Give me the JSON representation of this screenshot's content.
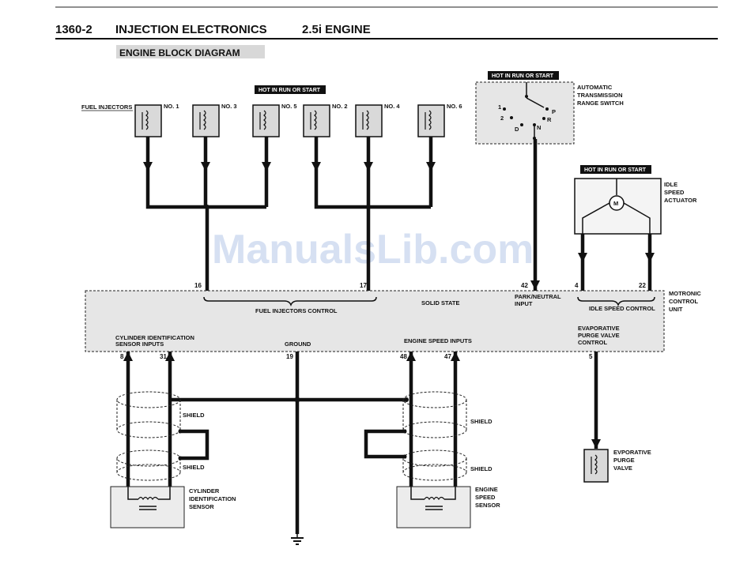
{
  "header": {
    "section": "1360-2",
    "title": "INJECTION ELECTRONICS",
    "engine": "2.5i ENGINE",
    "subtitle": "ENGINE BLOCK DIAGRAM"
  },
  "watermark": "ManualsLib.com",
  "tags": {
    "injectors_hot": "HOT IN RUN OR START",
    "trans_hot": "HOT IN RUN OR START",
    "idle_hot": "HOT IN RUN OR START"
  },
  "injectors": {
    "label": "FUEL INJECTORS",
    "items": [
      "NO. 1",
      "NO. 3",
      "NO. 5",
      "NO. 2",
      "NO. 4",
      "NO. 6"
    ]
  },
  "transmission": {
    "label": [
      "AUTOMATIC",
      "TRANSMISSION",
      "RANGE SWITCH"
    ],
    "positions": [
      "1",
      "2",
      "D",
      "N",
      "R",
      "P"
    ]
  },
  "idle_actuator": {
    "label": [
      "IDLE",
      "SPEED",
      "ACTUATOR"
    ],
    "motor": "M"
  },
  "control_unit": {
    "label": [
      "MOTRONIC",
      "CONTROL",
      "UNIT"
    ],
    "solid_state": "SOLID STATE",
    "fuel_injectors_control": "FUEL INJECTORS CONTROL",
    "park_neutral": [
      "PARK/NEUTRAL",
      "INPUT"
    ],
    "idle_speed_control": "IDLE SPEED CONTROL",
    "evap_control": [
      "EVAPORATIVE",
      "PURGE VALVE",
      "CONTROL"
    ],
    "cyl_inputs": [
      "CYLINDER IDENTIFICATION",
      "SENSOR INPUTS"
    ],
    "ground": "GROUND",
    "engine_speed_inputs": "ENGINE SPEED INPUTS"
  },
  "pins": {
    "p16": "16",
    "p17": "17",
    "p42": "42",
    "p4": "4",
    "p22": "22",
    "p8": "8",
    "p31": "31",
    "p19": "19",
    "p48": "48",
    "p47": "47",
    "p5": "5"
  },
  "shields": [
    "SHIELD",
    "SHIELD",
    "SHIELD",
    "SHIELD"
  ],
  "cyl_sensor": {
    "label": [
      "CYLINDER",
      "IDENTIFICATION",
      "SENSOR"
    ]
  },
  "speed_sensor": {
    "label": [
      "ENGINE",
      "SPEED",
      "SENSOR"
    ]
  },
  "evap_valve": {
    "label": [
      "EVPORATIVE",
      "PURGE",
      "VALVE"
    ]
  }
}
